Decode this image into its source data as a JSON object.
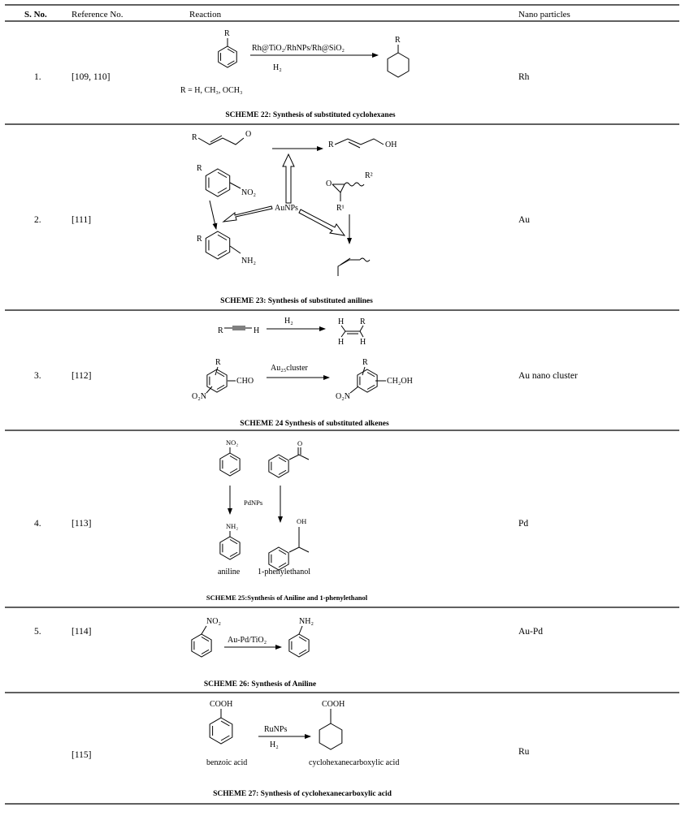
{
  "header": {
    "sno": "S. No.",
    "reference": "Reference No.",
    "reaction": "Reaction",
    "nano": "Nano particles"
  },
  "rows": [
    {
      "sno": "1.",
      "ref": "[109, 110]",
      "nano": "Rh",
      "scheme": {
        "caption": "SCHEME 22: Synthesis of substituted cyclohexanes",
        "labels": {
          "r_start": "R",
          "r_def": "R = H, CH₃, OCH₃",
          "catalyst": "Rh@TiO₂/RhNPs/Rh@SiO₂",
          "reagent": "H₂",
          "r_product": "R"
        }
      }
    },
    {
      "sno": "2.",
      "ref": "[111]",
      "nano": "Au",
      "scheme": {
        "caption": "SCHEME 23: Synthesis of substituted anilines",
        "labels": {
          "enal_r": "R",
          "enal_o": "O",
          "alcohol_r": "R",
          "alcohol_oh": "OH",
          "nitro_r": "R",
          "nitro": "NO₂",
          "catalyst": "AuNPs",
          "epoxide_o": "O",
          "r2": "R²",
          "r1": "R¹",
          "aniline_r": "R",
          "amine": "NH₂"
        }
      }
    },
    {
      "sno": "3.",
      "ref": "[112]",
      "nano": "Au nano cluster",
      "scheme": {
        "caption": "SCHEME 24 Synthesis of substituted alkenes",
        "labels": {
          "alkyne_r": "R",
          "alkyne_h": "H",
          "reagent": "H₂",
          "h1": "H",
          "r": "R",
          "h2": "H",
          "h3": "H",
          "sub_r": "R",
          "cho": "CHO",
          "o2n": "O₂N",
          "catalyst": "Au₂₅cluster",
          "prod_r": "R",
          "ch2oh": "CH₂OH",
          "prod_o2n": "O₂N"
        }
      }
    },
    {
      "sno": "4.",
      "ref": "[113]",
      "nano": "Pd",
      "scheme": {
        "caption": "SCHEME 25:Synthesis of Aniline and 1-phenylethanol",
        "labels": {
          "nitro": "NO₂",
          "ketone_o": "O",
          "catalyst": "PdNPs",
          "amine": "NH₂",
          "oh": "OH",
          "product1": "aniline",
          "product2": "1-phenylethanol"
        }
      }
    },
    {
      "sno": "5.",
      "ref": "[114]",
      "nano": "Au-Pd",
      "scheme": {
        "caption": "SCHEME 26: Synthesis of Aniline",
        "labels": {
          "nitro": "NO₂",
          "catalyst": "Au-Pd/TiO₂",
          "amine": "NH₂"
        }
      }
    },
    {
      "sno": "",
      "ref": "[115]",
      "nano": "Ru",
      "scheme": {
        "caption": "SCHEME 27: Synthesis of cyclohexanecarboxylic acid",
        "labels": {
          "acid": "COOH",
          "catalyst": "RuNPs",
          "reagent": "H₂",
          "prod_acid": "COOH",
          "start_name": "benzoic acid",
          "product_name": "cyclohexanecarboxylic acid"
        }
      }
    }
  ]
}
